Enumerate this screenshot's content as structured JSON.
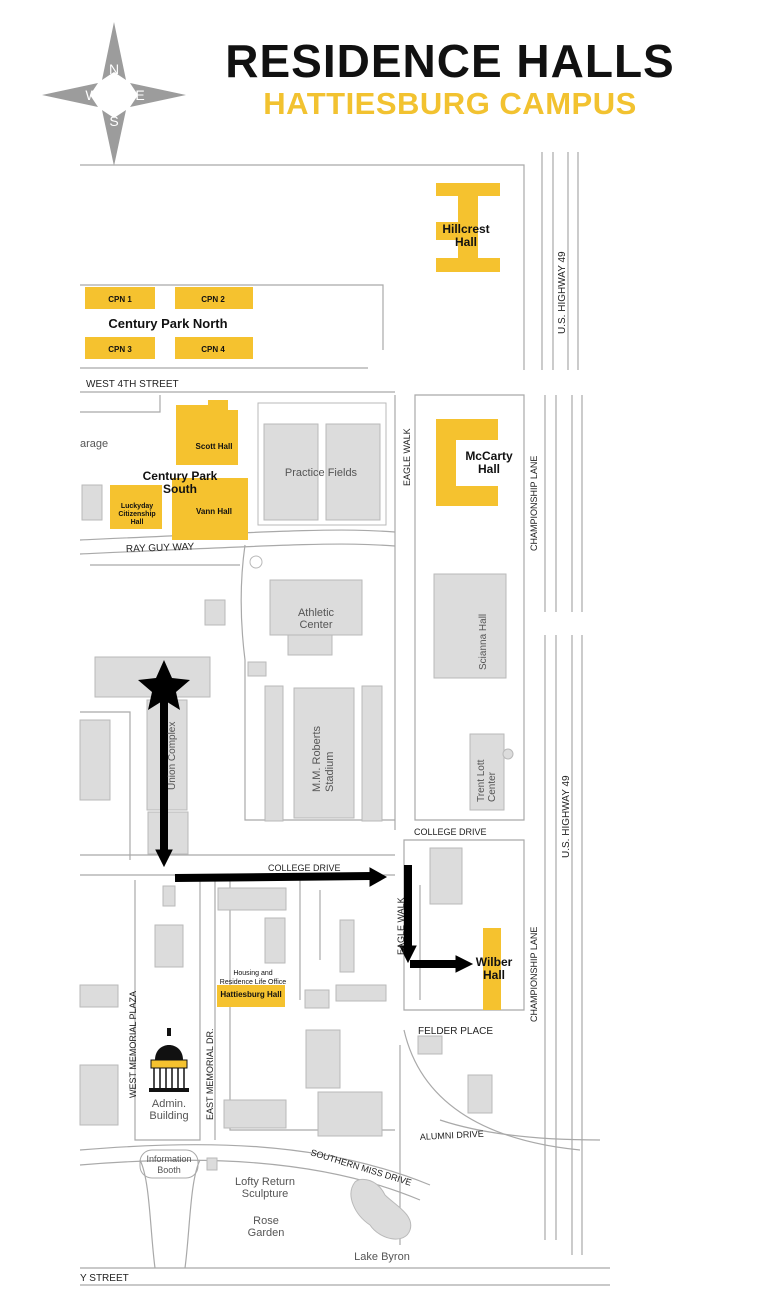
{
  "header": {
    "title": "RESIDENCE HALLS",
    "subtitle": "HATTIESBURG CAMPUS"
  },
  "compass": {
    "n": "N",
    "s": "S",
    "e": "E",
    "w": "W"
  },
  "colors": {
    "residence": "#f5c22f",
    "building": "#dcdcdc",
    "building_stroke": "#b9b9b9",
    "road": "#a9a9a9",
    "route": "#000000",
    "title": "#111111",
    "subtitle": "#f2c230"
  },
  "residence_halls": {
    "hillcrest": "Hillcrest Hall",
    "cpn1": "CPN 1",
    "cpn2": "CPN 2",
    "cpn3": "CPN 3",
    "cpn4": "CPN 4",
    "century_park_north": "Century Park North",
    "scott": "Scott Hall",
    "century_park_south": "Century Park South",
    "luckyday": "Luckyday Citizenship Hall",
    "vann": "Vann Hall",
    "mccarty": "McCarty Hall",
    "wilber": "Wilber Hall",
    "hattiesburg": "Hattiesburg Hall",
    "housing_office": "Housing and Residence Life Office"
  },
  "streets": {
    "west_4th": "WEST 4TH STREET",
    "ray_guy": "RAY GUY WAY",
    "college_drive_upper": "COLLEGE DRIVE",
    "college_drive_lower": "COLLEGE DRIVE",
    "eagle_walk_upper": "EAGLE WALK",
    "eagle_walk_lower": "EAGLE WALK",
    "championship_upper": "CHAMPIONSHIP LANE",
    "championship_lower": "CHAMPIONSHIP LANE",
    "highway_upper": "U.S. HIGHWAY 49",
    "highway_lower": "U.S. HIGHWAY 49",
    "felder": "FELDER PLACE",
    "alumni": "ALUMNI DRIVE",
    "southern_miss": "SOUTHERN MISS DRIVE",
    "west_memorial": "WEST MEMORIAL PLAZA",
    "east_memorial": "EAST MEMORIAL DR.",
    "hardy": "Y STREET"
  },
  "landmarks": {
    "garage": "arage",
    "practice_fields": "Practice Fields",
    "athletic_center": "Athletic Center",
    "scianna": "Scianna Hall",
    "stadium": "M.M. Roberts Stadium",
    "trent_lott": "Trent Lott Center",
    "union": "Union Complex",
    "admin": "Admin. Building",
    "info_booth": "Information Booth",
    "lofty": "Lofty Return Sculpture",
    "rose": "Rose Garden",
    "lake": "Lake Byron"
  }
}
